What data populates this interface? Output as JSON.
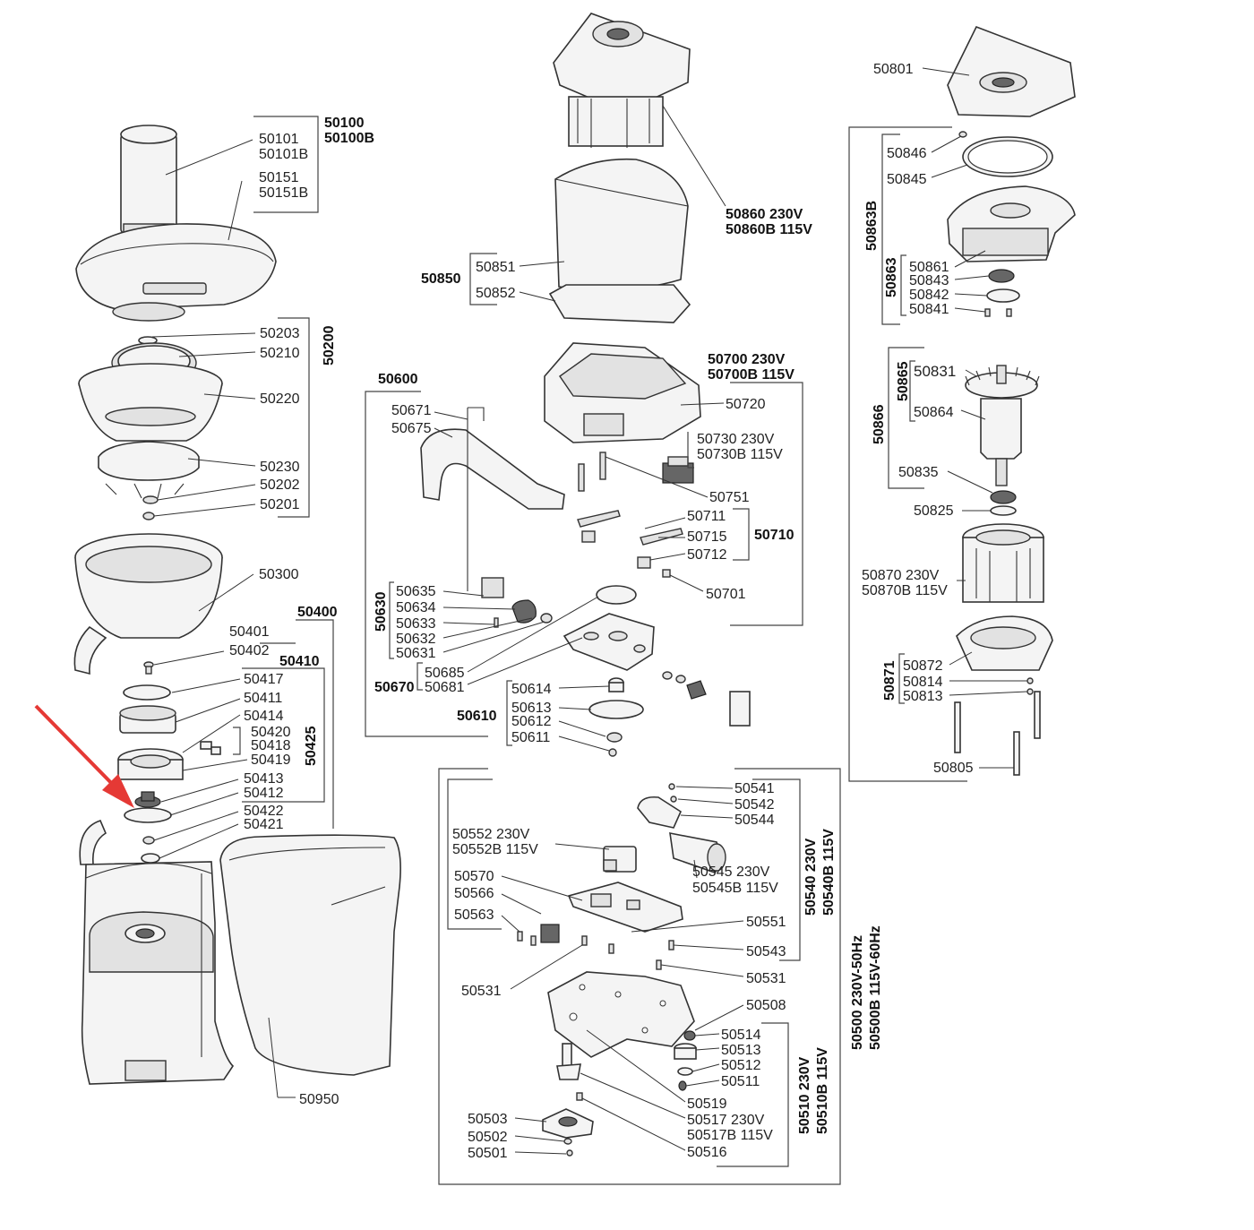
{
  "diagram": {
    "groups": {
      "g50100": "50100",
      "g50100b": "50100B",
      "g50200": "50200",
      "g50400": "50400",
      "g50410": "50410",
      "g50425": "50425",
      "g50600": "50600",
      "g50630": "50630",
      "g50670": "50670",
      "g50610": "50610",
      "g50850": "50850",
      "g50860a": "50860 230V",
      "g50860b": "50860B 115V",
      "g50700a": "50700 230V",
      "g50700b": "50700B 115V",
      "g50710": "50710",
      "g50863b": "50863B",
      "g50863": "50863",
      "g50865": "50865",
      "g50866": "50866",
      "g50871": "50871",
      "g50540a": "50540 230V",
      "g50540b": "50540B 115V",
      "g50510a": "50510 230V",
      "g50510b": "50510B 115V",
      "g50500a": "50500 230V-50Hz",
      "g50500b": "50500B 115V-60Hz"
    },
    "parts": {
      "p50101": "50101",
      "p50101b": "50101B",
      "p50151": "50151",
      "p50151b": "50151B",
      "p50203": "50203",
      "p50210": "50210",
      "p50220": "50220",
      "p50230": "50230",
      "p50202": "50202",
      "p50201": "50201",
      "p50300": "50300",
      "p50401": "50401",
      "p50402": "50402",
      "p50417": "50417",
      "p50411": "50411",
      "p50414": "50414",
      "p50420": "50420",
      "p50418": "50418",
      "p50419": "50419",
      "p50413": "50413",
      "p50412": "50412",
      "p50422": "50422",
      "p50421": "50421",
      "p50950": "50950",
      "p50671": "50671",
      "p50675": "50675",
      "p50635": "50635",
      "p50634": "50634",
      "p50633": "50633",
      "p50632": "50632",
      "p50631": "50631",
      "p50685": "50685",
      "p50681": "50681",
      "p50614": "50614",
      "p50613": "50613",
      "p50612": "50612",
      "p50611": "50611",
      "p50851": "50851",
      "p50852": "50852",
      "p50720": "50720",
      "p50730": "50730 230V",
      "p50730b": "50730B 115V",
      "p50751": "50751",
      "p50711": "50711",
      "p50715": "50715",
      "p50712": "50712",
      "p50701": "50701",
      "p50801": "50801",
      "p50846": "50846",
      "p50845": "50845",
      "p50861": "50861",
      "p50843": "50843",
      "p50842": "50842",
      "p50841": "50841",
      "p50831": "50831",
      "p50864": "50864",
      "p50835": "50835",
      "p50825": "50825",
      "p50870": "50870 230V",
      "p50870b": "50870B 115V",
      "p50872": "50872",
      "p50814": "50814",
      "p50813": "50813",
      "p50805": "50805",
      "p50541": "50541",
      "p50542": "50542",
      "p50544": "50544",
      "p50552": "50552 230V",
      "p50552b": "50552B 115V",
      "p50545": "50545 230V",
      "p50545b": "50545B 115V",
      "p50570": "50570",
      "p50566": "50566",
      "p50563": "50563",
      "p50551": "50551",
      "p50543": "50543",
      "p50531a": "50531",
      "p50531b": "50531",
      "p50508": "50508",
      "p50514": "50514",
      "p50513": "50513",
      "p50512": "50512",
      "p50511": "50511",
      "p50519": "50519",
      "p50517": "50517 230V",
      "p50517b": "50517B 115V",
      "p50516": "50516",
      "p50503": "50503",
      "p50502": "50502",
      "p50501": "50501"
    },
    "colors": {
      "line": "#333333",
      "arrow": "#e53935"
    }
  }
}
